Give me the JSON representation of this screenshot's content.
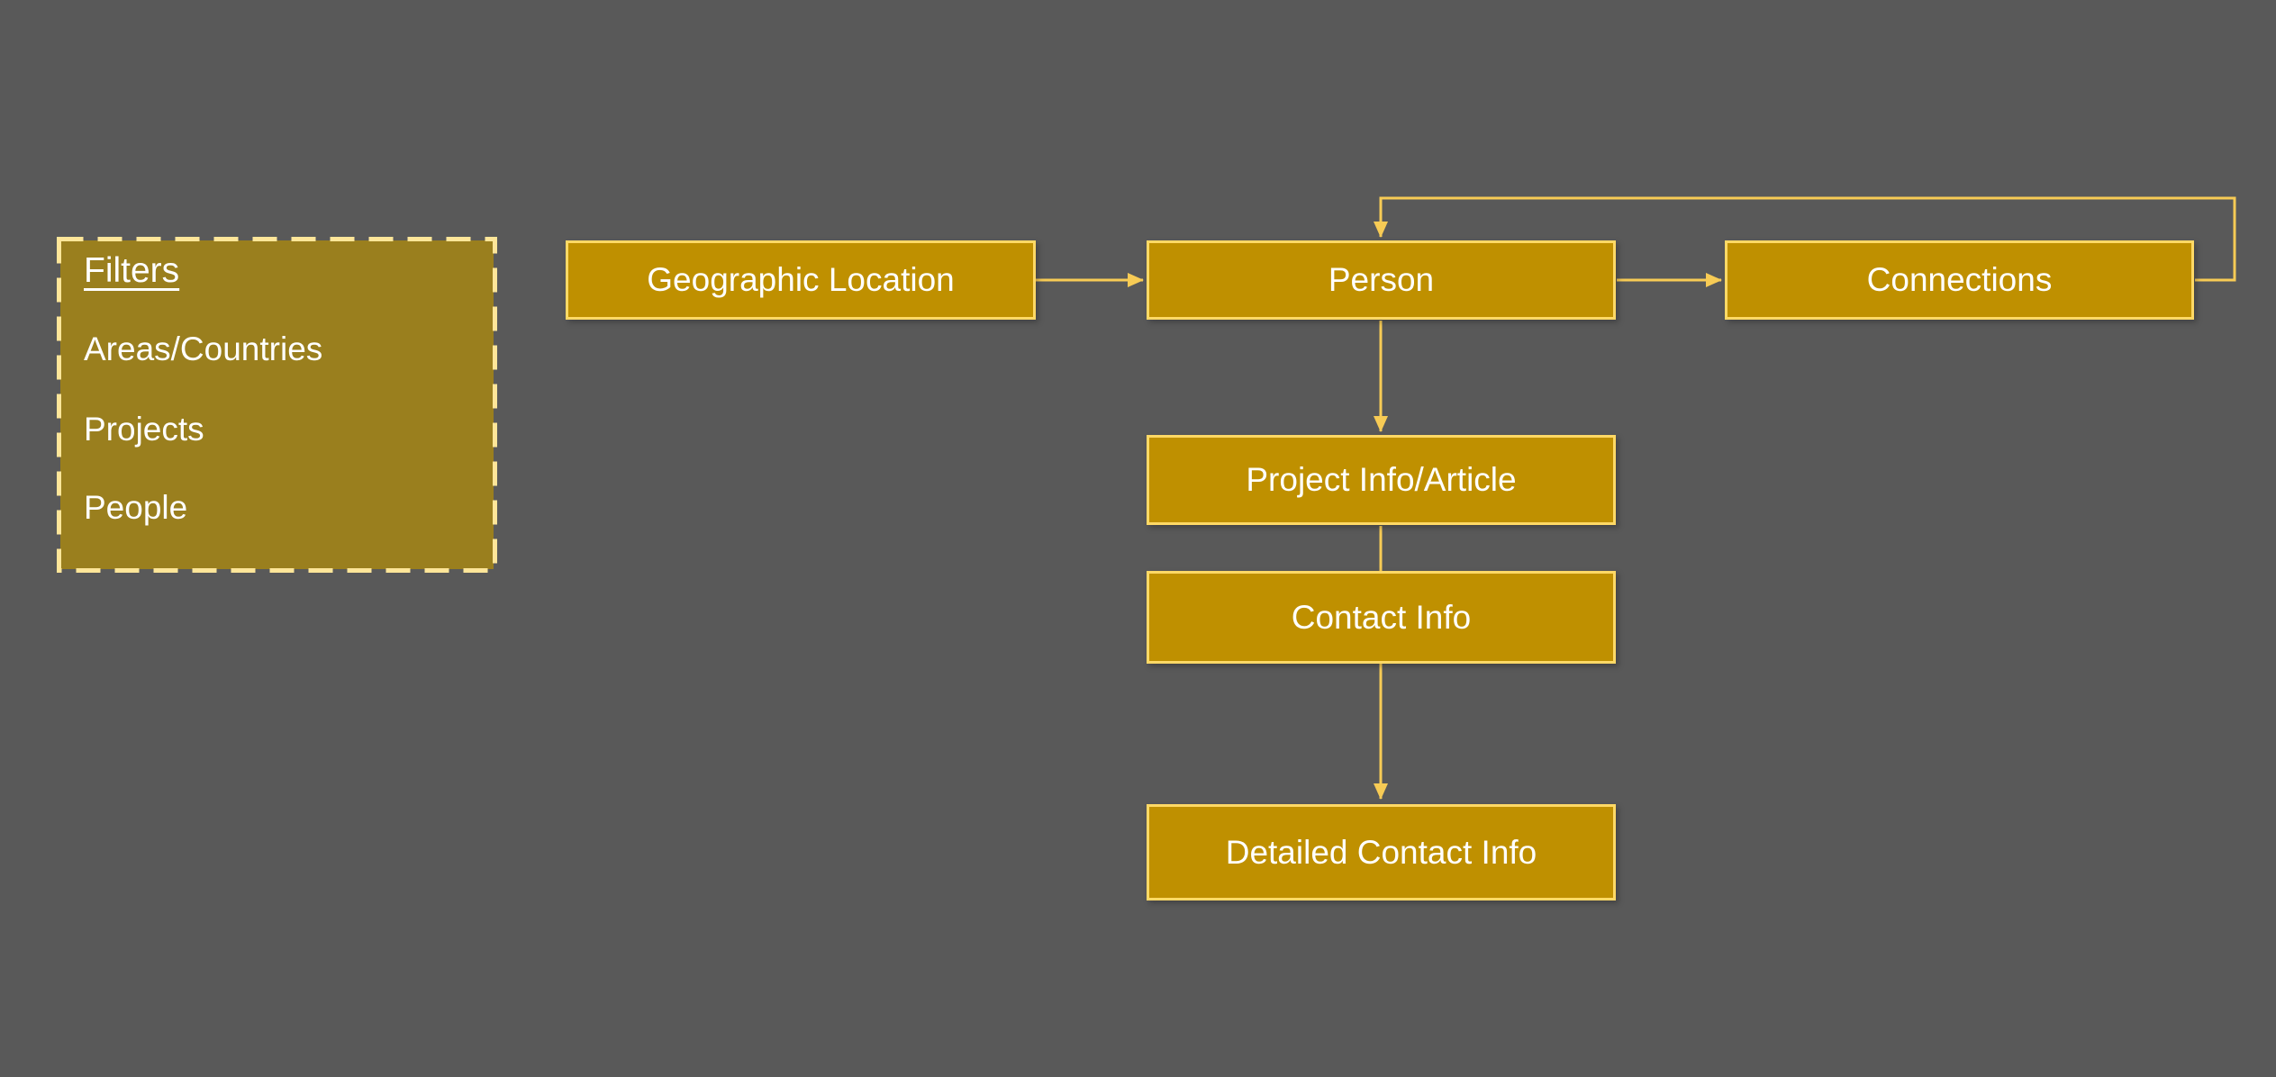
{
  "colors": {
    "background": "#595959",
    "node_fill": "#BF9000",
    "node_border": "#FFD966",
    "filters_fill": "#9A7F1E",
    "filters_border": "#FFE699",
    "connector": "#F7CB55",
    "text": "#FFFFFF"
  },
  "filters_panel": {
    "heading": "Filters",
    "items": [
      "Areas/Countries",
      "Projects",
      "People"
    ]
  },
  "nodes": {
    "geographic_location": {
      "label": "Geographic Location"
    },
    "person": {
      "label": "Person"
    },
    "connections": {
      "label": "Connections"
    },
    "project_info": {
      "label": "Project Info/Article"
    },
    "contact_info": {
      "label": "Contact Info"
    },
    "detailed_contact_info": {
      "label": "Detailed Contact Info"
    }
  },
  "edges": [
    {
      "from": "geographic_location",
      "to": "person",
      "arrow": true,
      "route": "straight"
    },
    {
      "from": "person",
      "to": "connections",
      "arrow": true,
      "route": "straight"
    },
    {
      "from": "connections",
      "to": "person",
      "arrow": true,
      "route": "loop-over-top"
    },
    {
      "from": "person",
      "to": "project_info",
      "arrow": true,
      "route": "straight"
    },
    {
      "from": "project_info",
      "to": "contact_info",
      "arrow": false,
      "route": "straight"
    },
    {
      "from": "contact_info",
      "to": "detailed_contact_info",
      "arrow": true,
      "route": "straight"
    }
  ]
}
